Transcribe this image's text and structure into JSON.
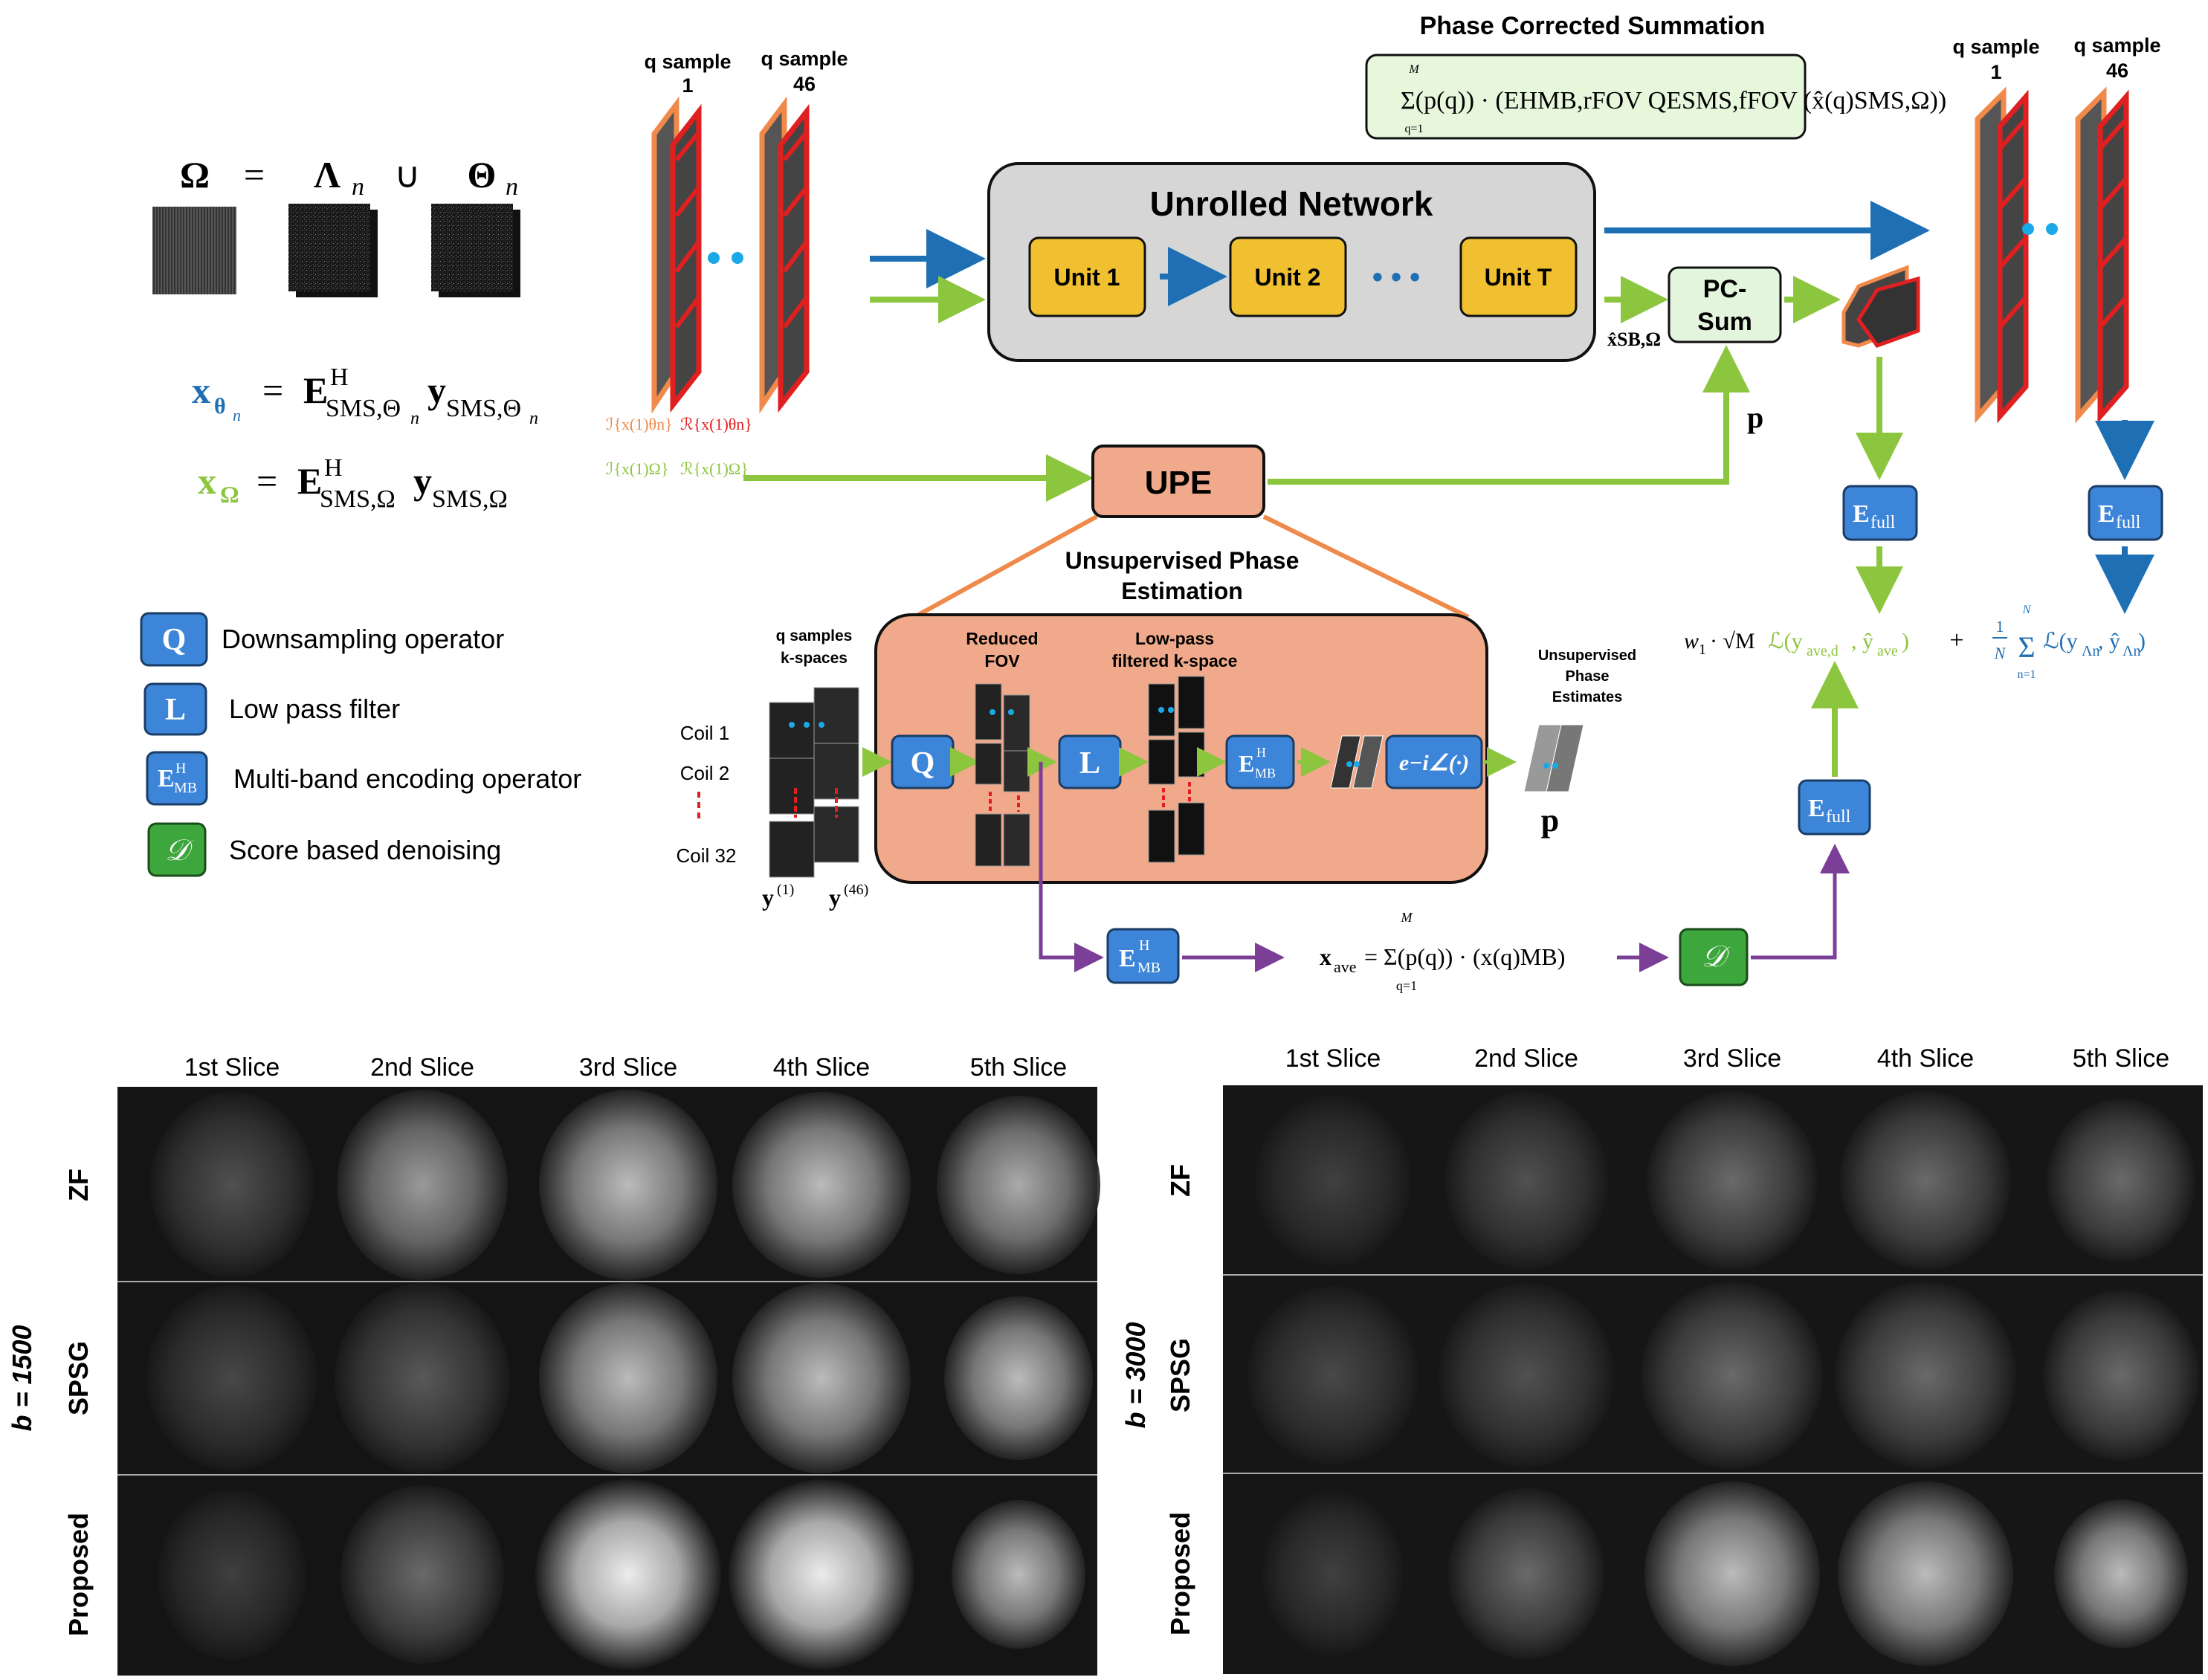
{
  "omega": {
    "omega": "Ω",
    "equals": "=",
    "lambda": "Λ",
    "sub_n": "n",
    "union": "∪",
    "theta": "Θ"
  },
  "eq_theta": {
    "lhs": "x",
    "lhs_sub": "θ",
    "rhs_E": "E",
    "rhs_sup": "H",
    "rhs_sub": "SMS,Θ",
    "rhs_y": "y",
    "rhs_ysub": "SMS,Θ"
  },
  "eq_omega": {
    "lhs": "x",
    "lhs_sub": "Ω",
    "rhs_E": "E",
    "rhs_sup": "H",
    "rhs_sub": "SMS,Ω",
    "rhs_y": "y",
    "rhs_ysub": "SMS,Ω"
  },
  "legend": [
    {
      "symbol": "Q",
      "label": "Downsampling operator"
    },
    {
      "symbol": "L",
      "label": "Low pass filter"
    },
    {
      "symbol": "E",
      "symbol_sup": "H",
      "symbol_sub": "MB",
      "label": "Multi-band encoding operator"
    },
    {
      "symbol": "𝒟",
      "label": "Score based denoising"
    }
  ],
  "input_stack": {
    "q1_title": "q sample",
    "q1_num": "1",
    "q46_title": "q sample",
    "q46_num": "46",
    "labels": [
      "ℐ{x(1)θn}",
      "ℛ{x(1)θn}",
      "ℐ{x(1)Ω}",
      "ℛ{x(1)Ω}"
    ]
  },
  "unrolled": {
    "title": "Unrolled Network",
    "unit1": "Unit 1",
    "unit2": "Unit 2",
    "unitT": "Unit T",
    "dots": "• • •"
  },
  "pcsum": {
    "label_line1": "PC-",
    "label_line2": "Sum",
    "input_label": "x̂SB,Ω",
    "p_label": "p"
  },
  "phase_sum": {
    "title": "Phase Corrected Summation",
    "formula": "Σ(p(q)) · (EHMB,rFOV QESMS,fFOV (x̂(q)SMS,Ω))",
    "sum_top": "M",
    "sum_bottom": "q=1"
  },
  "output_stack": {
    "q1_title": "q sample",
    "q1_num": "1",
    "q46_title": "q sample",
    "q46_num": "46"
  },
  "upe": {
    "label": "UPE",
    "title_line1": "Unsupervised Phase",
    "title_line2": "Estimation"
  },
  "upe_detail": {
    "q_samples_line1": "q samples",
    "q_samples_line2": "k-spaces",
    "coil1": "Coil 1",
    "coil2": "Coil 2",
    "coil32": "Coil 32",
    "y1": "y",
    "y1_sup": "(1)",
    "y46": "y",
    "y46_sup": "(46)",
    "reduced_line1": "Reduced",
    "reduced_line2": "FOV",
    "lowpass_line1": "Low-pass",
    "lowpass_line2": "filtered k-space",
    "q_op": "Q",
    "l_op": "L",
    "emb_op": "E",
    "emb_sup": "H",
    "emb_sub": "MB",
    "phase_op": "e−i∠(·)",
    "est_line1": "Unsupervised",
    "est_line2": "Phase",
    "est_line3": "Estimates",
    "p_label": "p"
  },
  "bottom_path": {
    "emb": "E",
    "emb_sup": "H",
    "emb_sub": "MB",
    "xave": "x",
    "xave_sub": "ave",
    "formula": "= Σ(p(q)) · (x(q)MB)",
    "sum_top": "M",
    "sum_bottom": "q=1",
    "denoise": "𝒟"
  },
  "efull": {
    "E": "E",
    "sub": "full"
  },
  "loss": {
    "w1": "w",
    "w1_sub": "1",
    "sqrt": "· √M",
    "l1": "ℒ(y",
    "l1_sub": "ave,d",
    "l1_mid": ", ŷ",
    "l1_sub2": "ave",
    "l1_end": ")",
    "plus": "+",
    "frac_num": "1",
    "frac_den": "N",
    "sum_top": "N",
    "sum_bottom": "n=1",
    "l2": "ℒ(y",
    "l2_sub": "Λn",
    "l2_mid": ", ŷ",
    "l2_sub2": "Λn",
    "l2_end": ")"
  },
  "grids": [
    {
      "b_label": "b = 1500",
      "columns": [
        "1st Slice",
        "2nd Slice",
        "3rd Slice",
        "4th Slice",
        "5th Slice"
      ],
      "rows": [
        "ZF",
        "SPSG",
        "Proposed"
      ]
    },
    {
      "b_label": "b = 3000",
      "columns": [
        "1st Slice",
        "2nd Slice",
        "3rd Slice",
        "4th Slice",
        "5th Slice"
      ],
      "rows": [
        "ZF",
        "SPSG",
        "Proposed"
      ]
    }
  ],
  "colors": {
    "blue": "#1f6fb5",
    "green": "#8cc63f",
    "orange": "#f08a4b",
    "upe_fill": "#f0a98a",
    "unit_fill": "#f0c030",
    "gray_box": "#d6d6d6",
    "pcsum_fill": "#e3f5dc",
    "formula_fill": "#e6f7dc",
    "purple": "#7b3f98",
    "legend_blue": "#3d85d8",
    "legend_green": "#3da63d",
    "red": "#e02020",
    "cyan": "#1aa9e6"
  }
}
